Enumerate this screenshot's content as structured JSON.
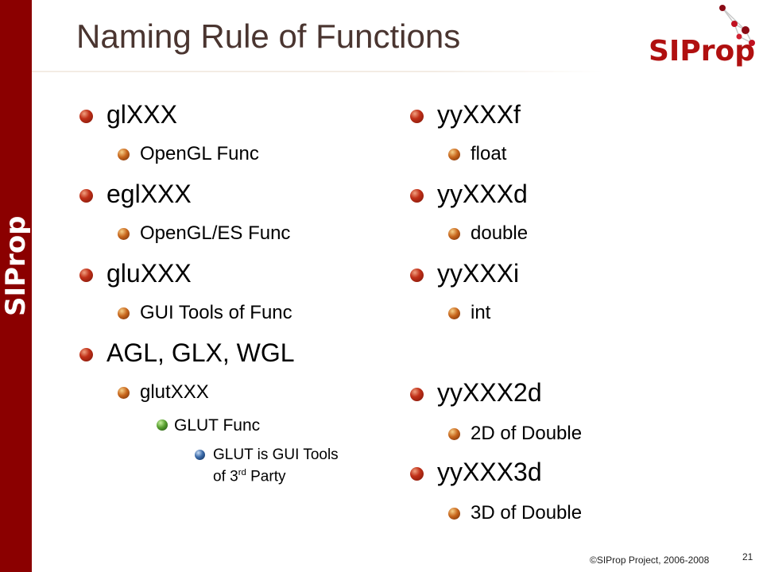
{
  "slide": {
    "title": "Naming Rule of Functions",
    "side_logo": "SIProp",
    "brand_logo": "SIProp",
    "footer": "©SIProp Project, 2006-2008",
    "page_number": "21"
  },
  "left": {
    "gl": "glXXX",
    "gl_sub": "OpenGL Func",
    "egl": "eglXXX",
    "egl_sub": "OpenGL/ES Func",
    "glu": "gluXXX",
    "glu_sub": "GUI Tools of Func",
    "agl": "AGL, GLX, WGL",
    "glut": "glutXXX",
    "glut_func": "GLUT Func",
    "glut_note_1": "GLUT is GUI Tools",
    "glut_note_2_pre": "of 3",
    "glut_note_2_sup": "rd",
    "glut_note_2_post": " Party"
  },
  "right": {
    "f": "yyXXXf",
    "f_sub": "float",
    "d": "yyXXXd",
    "d_sub": "double",
    "i": "yyXXXi",
    "i_sub": "int",
    "d2": "yyXXX2d",
    "d2_sub": "2D of Double",
    "d3": "yyXXX3d",
    "d3_sub": "3D of Double"
  },
  "colors": {
    "sidebar": "#8b0000",
    "title": "#4a3530",
    "brand": "#b01010"
  }
}
